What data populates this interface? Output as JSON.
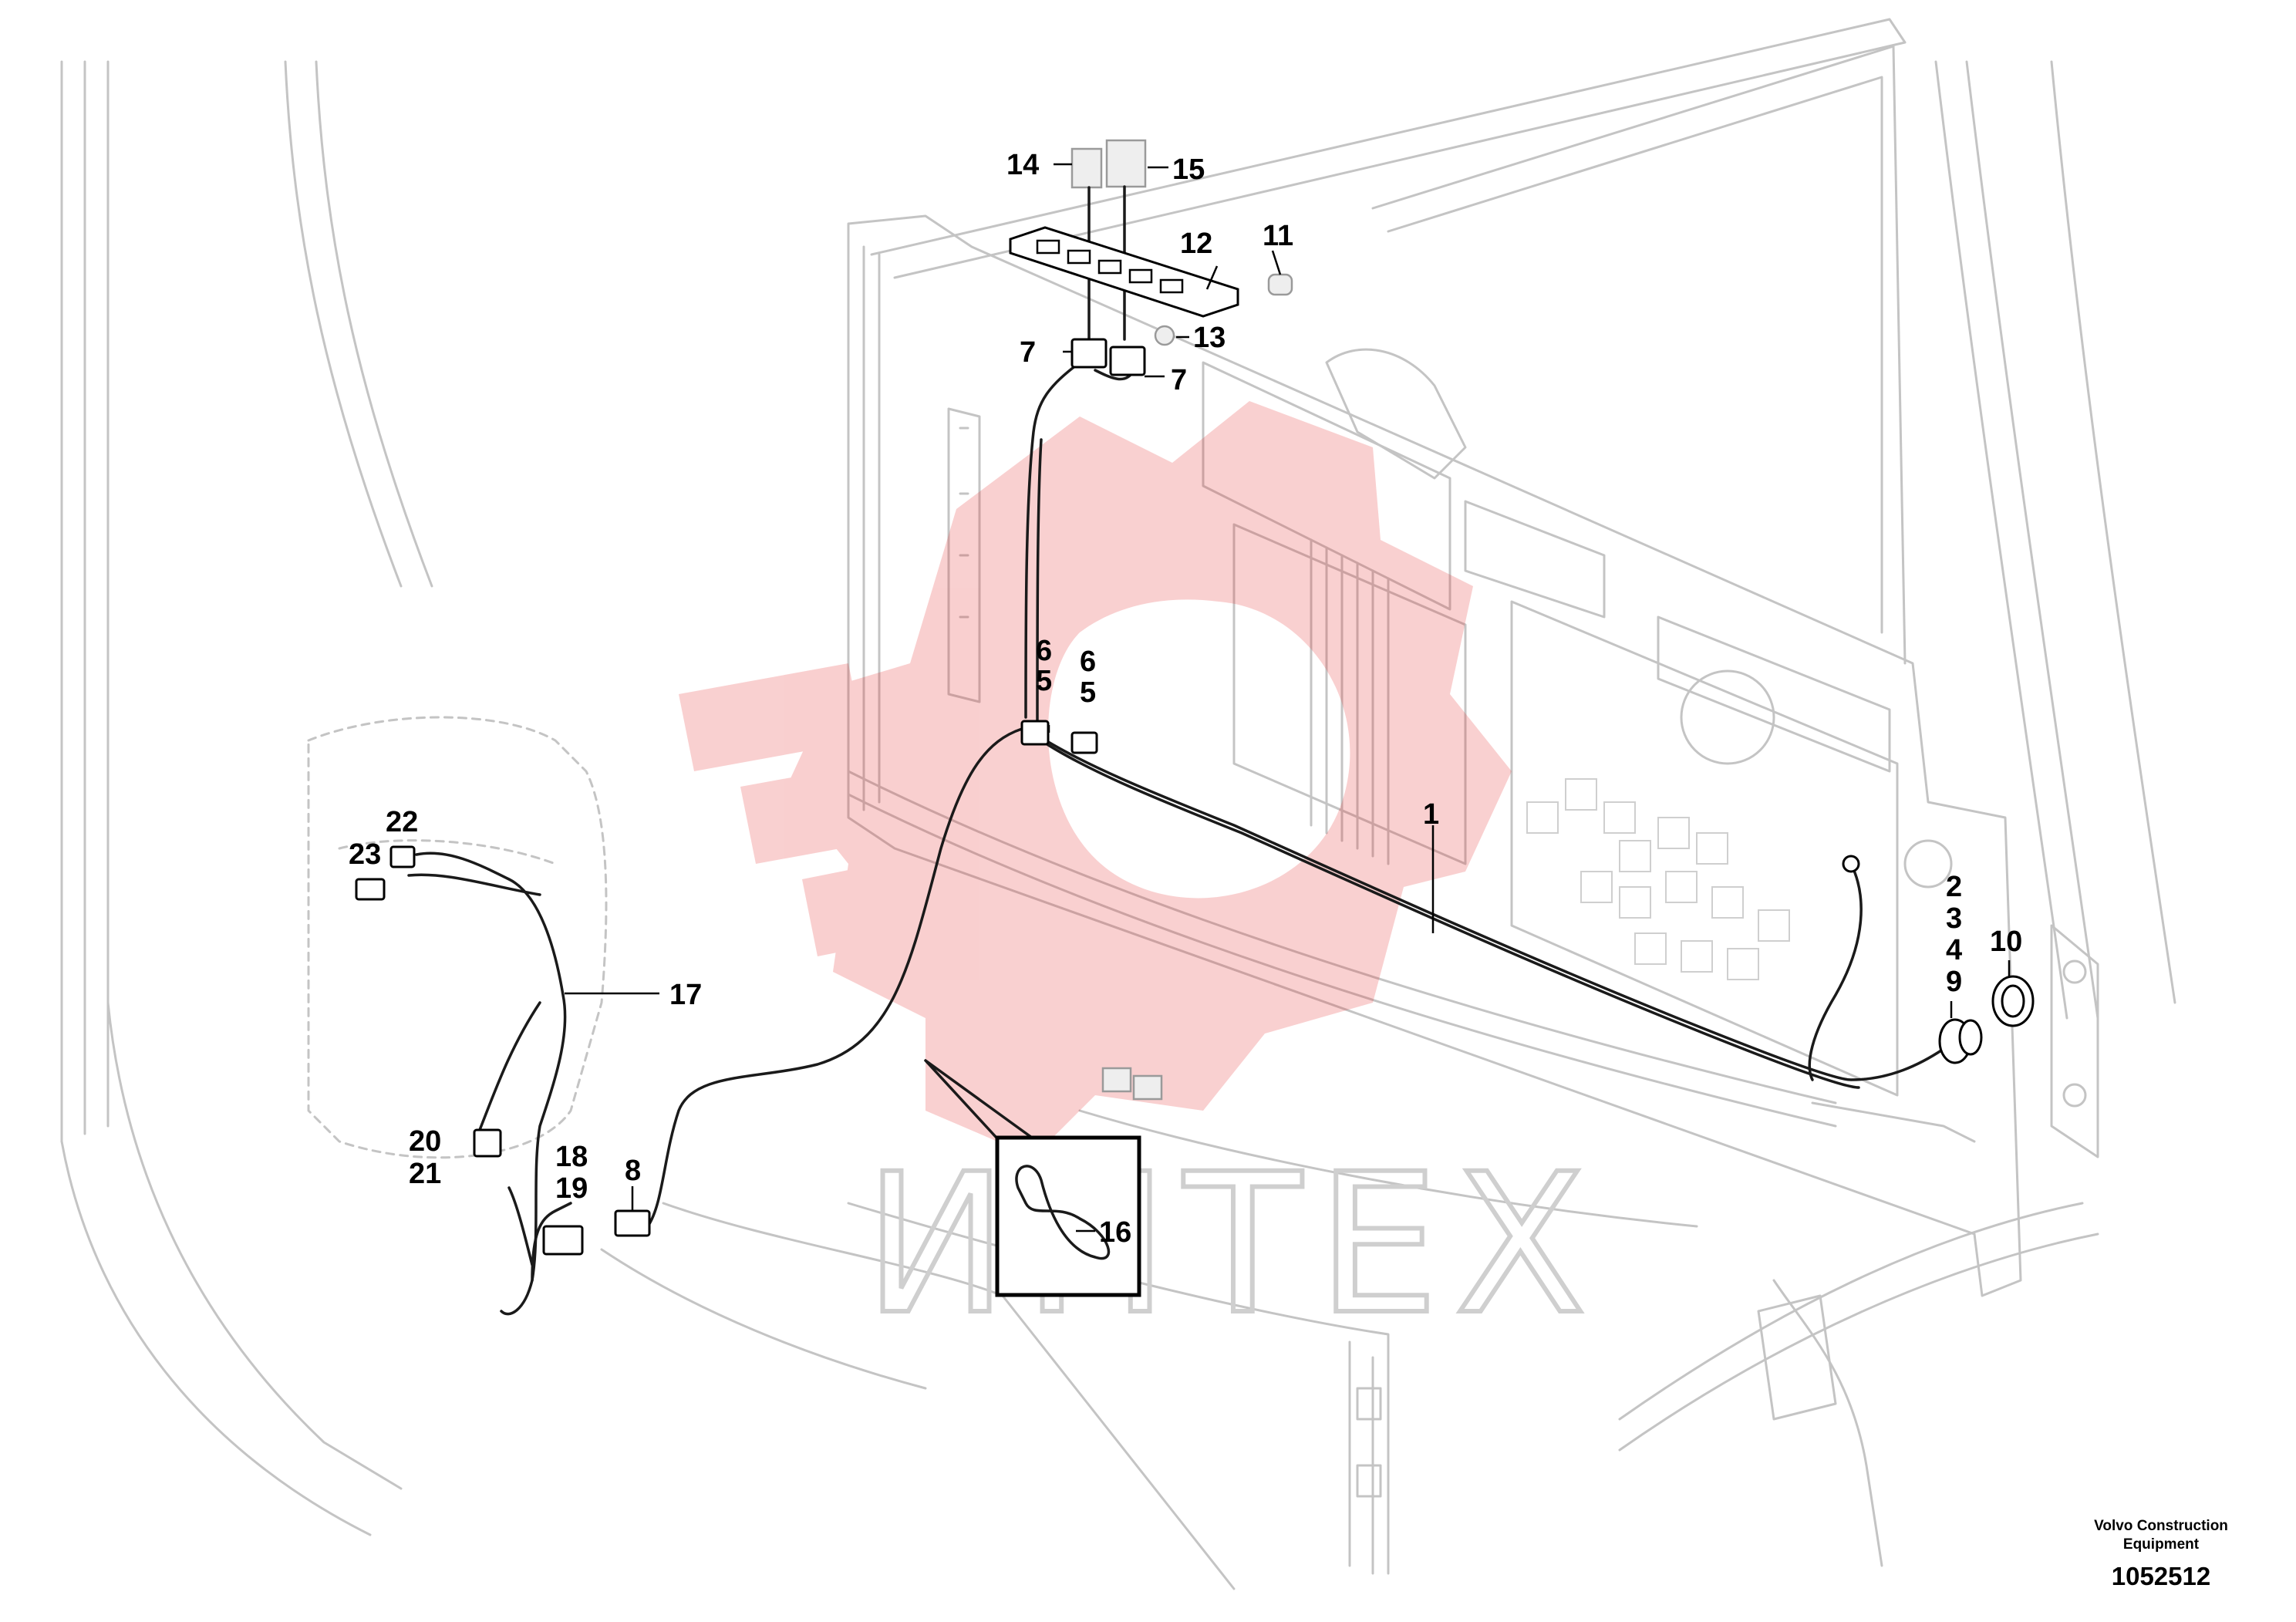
{
  "callouts": {
    "c1": "1",
    "c2": "2",
    "c3": "3",
    "c4": "4",
    "c5a": "5",
    "c5b": "5",
    "c6a": "6",
    "c6b": "6",
    "c7a": "7",
    "c7b": "7",
    "c8": "8",
    "c9": "9",
    "c10": "10",
    "c11": "11",
    "c12": "12",
    "c13": "13",
    "c14": "14",
    "c15": "15",
    "c16": "16",
    "c17": "17",
    "c18": "18",
    "c19": "19",
    "c20": "20",
    "c21": "21",
    "c22": "22",
    "c23": "23"
  },
  "watermark": {
    "text": "ИНТЕХ",
    "color": "#e52b2b"
  },
  "footer": {
    "manufacturer": "Volvo Construction Equipment",
    "drawing_number": "1052512"
  }
}
